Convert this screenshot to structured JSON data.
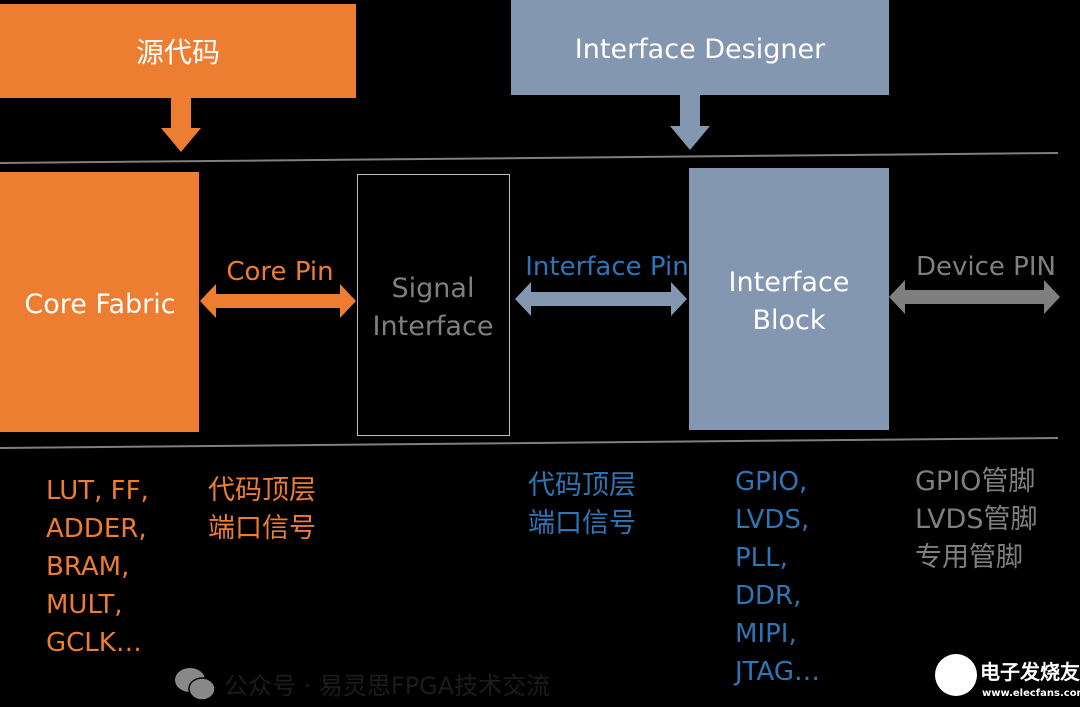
{
  "colors": {
    "orange": "#ed7d31",
    "bluegray": "#8497b0",
    "blue": "#2e75b6",
    "gray": "#7f7f7f",
    "white": "#ffffff"
  },
  "source_code": "源代码",
  "interface_designer": "Interface Designer",
  "core_fabric": "Core Fabric",
  "signal_interface": [
    "Signal",
    "Interface"
  ],
  "interface_block": [
    "Interface",
    "Block"
  ],
  "core_pin": "Core Pin",
  "interface_pin": "Interface Pin",
  "device_pin": "Device PIN",
  "core_list": [
    "LUT, FF,",
    "ADDER,",
    "BRAM,",
    "MULT,",
    "GCLK…"
  ],
  "core_signals": [
    "代码顶层",
    "端口信号"
  ],
  "interface_signals": [
    "代码顶层",
    "端口信号"
  ],
  "block_list": [
    "GPIO,",
    "LVDS,",
    "PLL,",
    "DDR,",
    "MIPI,",
    "JTAG…"
  ],
  "device_list": [
    "GPIO管脚",
    "LVDS管脚",
    "专用管脚"
  ],
  "watermark": "公众号 · 易灵思FPGA技术交流",
  "logo": {
    "name": "电子发烧友",
    "url": "www.elecfans.com"
  }
}
